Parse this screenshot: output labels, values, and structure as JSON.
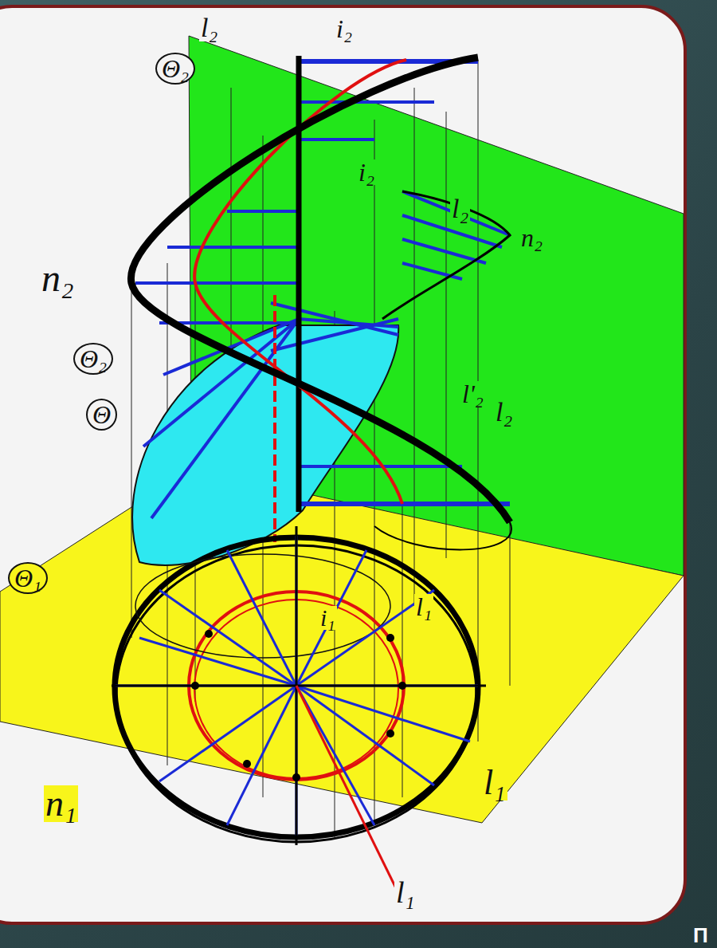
{
  "diagram": {
    "labels": [
      "l₂",
      "i₂",
      "Θ₂",
      "i₂",
      "l₂",
      "n₂",
      "n₂",
      "Θ₂",
      "Θ",
      "l'₂",
      "l₂",
      "Θ₁",
      "i₁",
      "l₁",
      "n₁",
      "l₁",
      "l₁",
      "П"
    ]
  }
}
